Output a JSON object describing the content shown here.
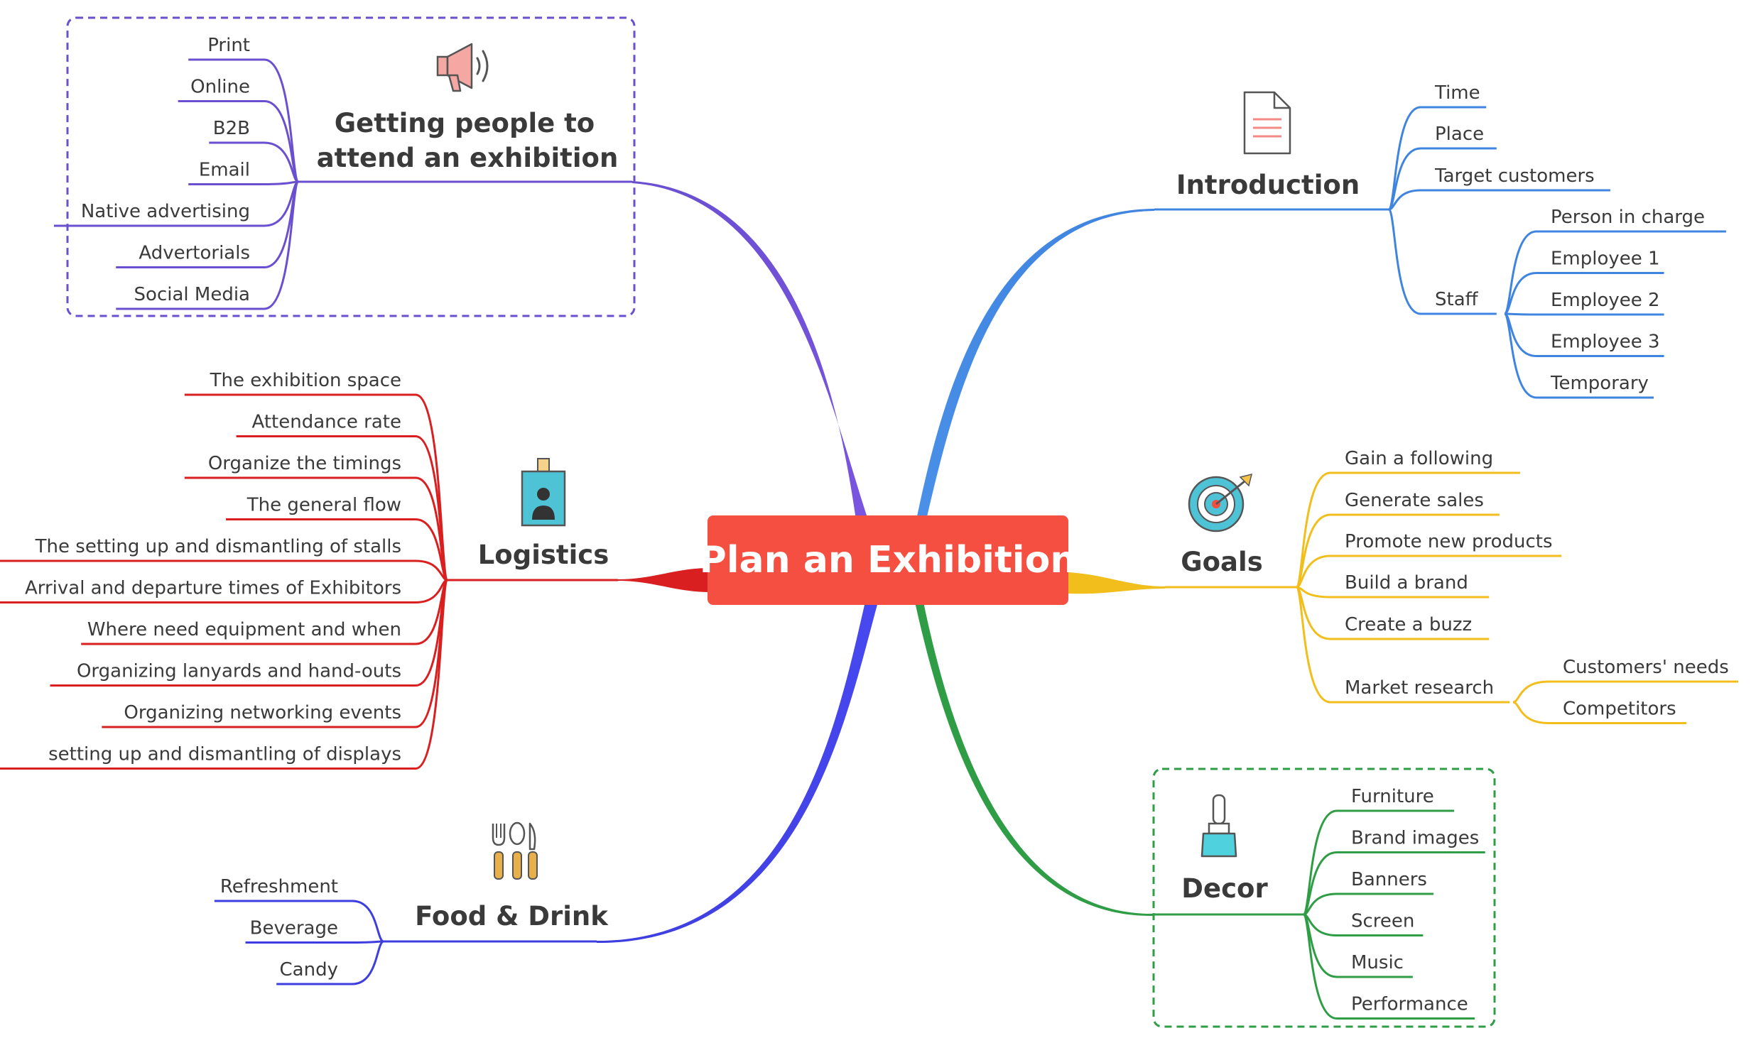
{
  "title": "Plan an Exhibition",
  "colors": {
    "central": "#f44f41",
    "getting": "#6a4fd0",
    "introduction": "#3f85e0",
    "logistics": "#d91f1f",
    "goals": "#f2be1c",
    "food": "#3e3ee0",
    "decor": "#2f9d45"
  },
  "branches": {
    "getting": {
      "label": "Getting people to attend an exhibition",
      "label_lines": [
        "Getting people to",
        "attend an exhibition"
      ],
      "icon": "megaphone-icon",
      "items": [
        "Print",
        "Online",
        "B2B",
        "Email",
        "Native advertising",
        "Advertorials",
        "Social Media"
      ]
    },
    "logistics": {
      "label": "Logistics",
      "icon": "id-badge-icon",
      "items": [
        "The exhibition space",
        "Attendance rate",
        "Organize the timings",
        "The general flow",
        "The setting up and dismantling of stalls",
        "Arrival and departure times of Exhibitors",
        "Where  need equipment and when",
        "Organizing lanyards and hand-outs",
        "Organizing networking events",
        "setting up and dismantling of displays"
      ]
    },
    "food": {
      "label": "Food & Drink",
      "icon": "cutlery-icon",
      "items": [
        "Refreshment",
        "Beverage",
        "Candy"
      ]
    },
    "introduction": {
      "label": "Introduction",
      "icon": "document-icon",
      "items": [
        "Time",
        "Place",
        "Target customers",
        "Staff"
      ],
      "staff": [
        "Person in charge",
        "Employee 1",
        "Employee 2",
        "Employee 3",
        "Temporary"
      ]
    },
    "goals": {
      "label": "Goals",
      "icon": "target-icon",
      "items": [
        "Gain a following",
        "Generate sales",
        "Promote new products",
        "Build a brand",
        "Create a buzz",
        "Market research"
      ],
      "market_research": [
        "Customers' needs",
        "Competitors"
      ]
    },
    "decor": {
      "label": "Decor",
      "icon": "paint-brush-icon",
      "items": [
        "Furniture",
        "Brand images",
        "Banners",
        "Screen",
        "Music",
        "Performance"
      ]
    }
  }
}
